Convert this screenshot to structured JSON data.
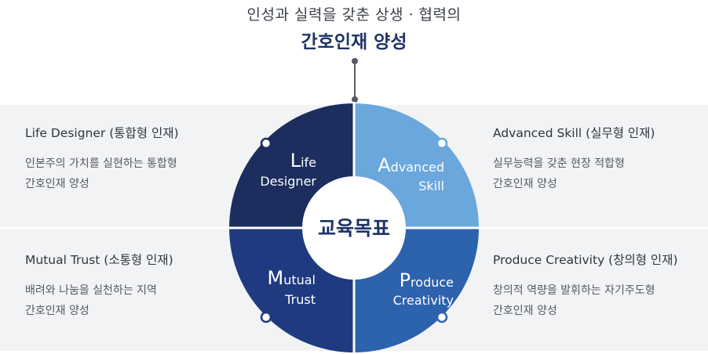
{
  "header": {
    "subtitle": "인성과 실력을 갖춘 상생 · 협력의",
    "title": "간호인재 양성"
  },
  "center": {
    "label": "교육목표"
  },
  "quadrants": [
    {
      "id": "life",
      "initial": "L",
      "rest_line1": "ife",
      "line2": "Designer",
      "title": "Life Designer (통합형 인재)",
      "desc_line1": "인본주의 가치를 실현하는 통합형",
      "desc_line2": "간호인재 양성"
    },
    {
      "id": "advanced",
      "initial": "A",
      "rest_line1": "dvanced",
      "line2": "Skill",
      "title": "Advanced Skill (실무형 인재)",
      "desc_line1": "실무능력을 갖춘 현장 적합형",
      "desc_line2": "간호인재 양성"
    },
    {
      "id": "mutual",
      "initial": "M",
      "rest_line1": "utual",
      "line2": "Trust",
      "title": "Mutual Trust (소통형 인재)",
      "desc_line1": "배려와 나눔을 실천하는 지역",
      "desc_line2": "간호인재 양성"
    },
    {
      "id": "produce",
      "initial": "P",
      "rest_line1": "roduce",
      "line2": "Creativity",
      "title": "Produce Creativity (창의형 인재)",
      "desc_line1": "창의적 역량을 발휘하는 자기주도형",
      "desc_line2": "간호인재 양성"
    }
  ],
  "colors": {
    "life": "#1c2d5e",
    "advanced": "#6aa7dc",
    "mutual": "#1f3a80",
    "produce": "#2d62ad",
    "title": "#1f3466"
  }
}
